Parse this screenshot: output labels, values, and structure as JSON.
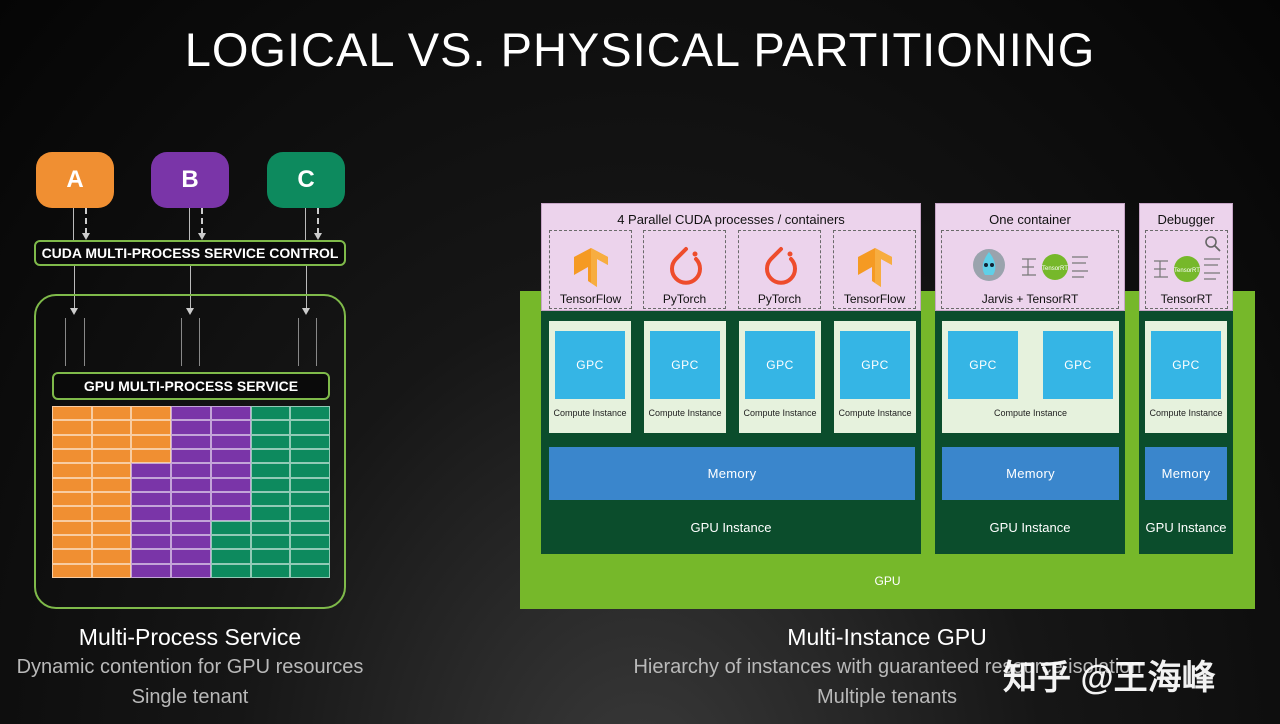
{
  "title": "LOGICAL VS. PHYSICAL PARTITIONING",
  "mps": {
    "processes": [
      {
        "label": "A",
        "color": "#f08f32"
      },
      {
        "label": "B",
        "color": "#7a35a8"
      },
      {
        "label": "C",
        "color": "#0d8a5e"
      }
    ],
    "control_label": "CUDA MULTI-PROCESS SERVICE CONTROL",
    "service_label": "GPU MULTI-PROCESS SERVICE",
    "caption": "Multi-Process Service",
    "sub1": "Dynamic contention for GPU resources",
    "sub2": "Single tenant"
  },
  "mig": {
    "groups": [
      {
        "title": "4 Parallel CUDA processes / containers",
        "frameworks": [
          "TensorFlow",
          "PyTorch",
          "PyTorch",
          "TensorFlow"
        ],
        "gpc": [
          "GPC",
          "GPC",
          "GPC",
          "GPC"
        ],
        "compute_label": "Compute Instance",
        "memory": "Memory",
        "instance": "GPU Instance"
      },
      {
        "title": "One container",
        "frameworks": [
          "Jarvis + TensorRT"
        ],
        "gpc": [
          "GPC",
          "GPC"
        ],
        "compute_label": "Compute Instance",
        "memory": "Memory",
        "instance": "GPU Instance"
      },
      {
        "title": "Debugger",
        "frameworks": [
          "TensorRT"
        ],
        "gpc": [
          "GPC"
        ],
        "compute_label": "Compute Instance",
        "memory": "Memory",
        "instance": "GPU Instance"
      }
    ],
    "gpu_label": "GPU",
    "caption": "Multi-Instance GPU",
    "sub1": "Hierarchy of instances with guaranteed resource isolation",
    "sub2": "Multiple tenants",
    "colors": {
      "gpu": "#76b82a",
      "instance": "#0b4d2c",
      "gpc": "#35b5e5",
      "memory": "#3a86cc",
      "container": "#ecd3ec"
    }
  },
  "watermark": "知乎 @王海峰"
}
